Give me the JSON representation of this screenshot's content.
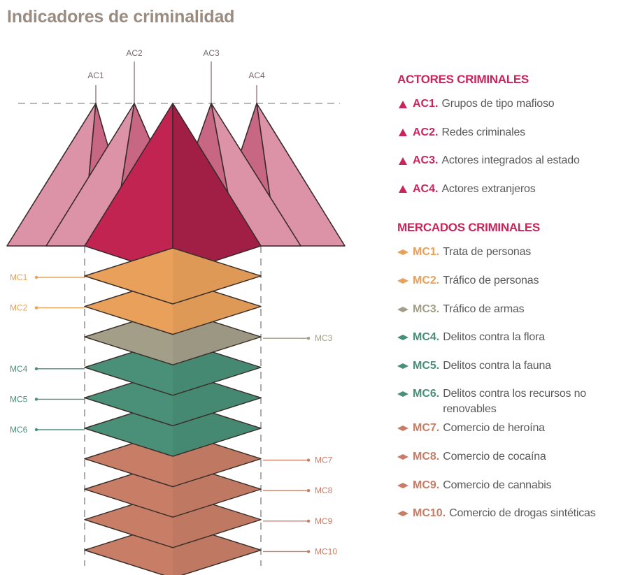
{
  "title": "Indicadores de criminalidad",
  "colors": {
    "actor_main": "#c12451",
    "actor_light": "#dc93a8",
    "actor_mid": "#c86784",
    "legend_head": "#c8265a",
    "orange": "#e8a05a",
    "gray": "#a39e87",
    "green": "#4a8f78",
    "brown": "#c77d66"
  },
  "actors": {
    "heading": "ACTORES CRIMINALES",
    "items": [
      {
        "code": "AC1",
        "code_dot": "AC1.",
        "label": "Grupos de tipo mafioso"
      },
      {
        "code": "AC2",
        "code_dot": "AC2.",
        "label": "Redes criminales"
      },
      {
        "code": "AC3",
        "code_dot": "AC3.",
        "label": "Actores integrados al estado"
      },
      {
        "code": "AC4",
        "code_dot": "AC4.",
        "label": "Actores extranjeros"
      }
    ]
  },
  "markets": {
    "heading": "MERCADOS CRIMINALES",
    "items": [
      {
        "code": "MC1",
        "code_dot": "MC1.",
        "label": "Trata de personas",
        "color": "#e8a05a",
        "side": "left"
      },
      {
        "code": "MC2",
        "code_dot": "MC2.",
        "label": "Tráfico de personas",
        "color": "#e8a05a",
        "side": "left"
      },
      {
        "code": "MC3",
        "code_dot": "MC3.",
        "label": "Tráfico de armas",
        "color": "#a39e87",
        "side": "right"
      },
      {
        "code": "MC4",
        "code_dot": "MC4.",
        "label": "Delitos contra la flora",
        "color": "#4a8f78",
        "side": "left"
      },
      {
        "code": "MC5",
        "code_dot": "MC5.",
        "label": "Delitos contra la fauna",
        "color": "#4a8f78",
        "side": "left"
      },
      {
        "code": "MC6",
        "code_dot": "MC6.",
        "label": "Delitos contra los recursos no renovables",
        "color": "#4a8f78",
        "side": "left"
      },
      {
        "code": "MC7",
        "code_dot": "MC7.",
        "label": "Comercio de heroína",
        "color": "#c77d66",
        "side": "right"
      },
      {
        "code": "MC8",
        "code_dot": "MC8.",
        "label": "Comercio de cocaína",
        "color": "#c77d66",
        "side": "right"
      },
      {
        "code": "MC9",
        "code_dot": "MC9.",
        "label": "Comercio de cannabis",
        "color": "#c77d66",
        "side": "right"
      },
      {
        "code": "MC10",
        "code_dot": "MC10.",
        "label": "Comercio de drogas sintéticas",
        "color": "#c77d66",
        "side": "right"
      }
    ]
  }
}
